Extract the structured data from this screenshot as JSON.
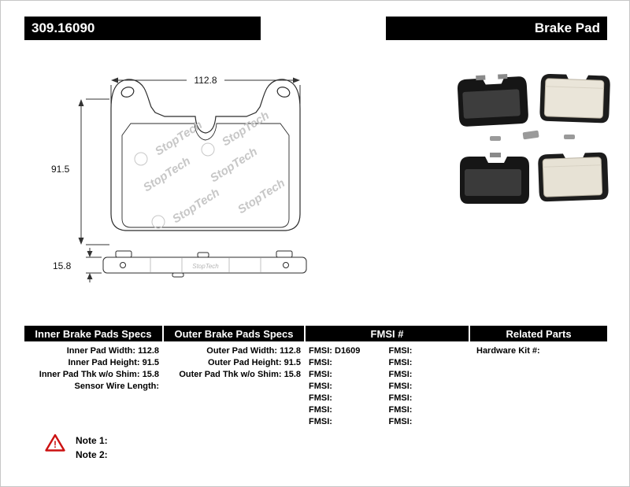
{
  "header": {
    "part_number": "309.16090",
    "product_title": "Brake Pad"
  },
  "drawing": {
    "width_dim": "112.8",
    "height_dim": "91.5",
    "thickness_dim": "15.8",
    "watermark": "StopTech"
  },
  "table": {
    "inner": {
      "header": "Inner Brake Pads Specs",
      "rows": [
        {
          "label": "Inner Pad Width:",
          "value": "112.8"
        },
        {
          "label": "Inner Pad Height:",
          "value": "91.5"
        },
        {
          "label": "Inner Pad Thk w/o Shim:",
          "value": "15.8"
        },
        {
          "label": "Sensor Wire Length:",
          "value": ""
        }
      ]
    },
    "outer": {
      "header": "Outer Brake Pads Specs",
      "rows": [
        {
          "label": "Outer Pad Width:",
          "value": "112.8"
        },
        {
          "label": "Outer Pad Height:",
          "value": "91.5"
        },
        {
          "label": "Outer Pad Thk w/o Shim:",
          "value": "15.8"
        }
      ]
    },
    "fmsi": {
      "header": "FMSI #",
      "left_rows": [
        "FMSI: D1609",
        "FMSI:",
        "FMSI:",
        "FMSI:",
        "FMSI:",
        "FMSI:",
        "FMSI:"
      ],
      "right_rows": [
        "FMSI:",
        "FMSI:",
        "FMSI:",
        "FMSI:",
        "FMSI:",
        "FMSI:",
        "FMSI:"
      ]
    },
    "related": {
      "header": "Related Parts",
      "rows": [
        "Hardware Kit #:"
      ]
    }
  },
  "notes": {
    "note1": "Note 1:",
    "note2": "Note 2:"
  },
  "colors": {
    "header_bg": "#000000",
    "warning_red": "#cc1111"
  }
}
